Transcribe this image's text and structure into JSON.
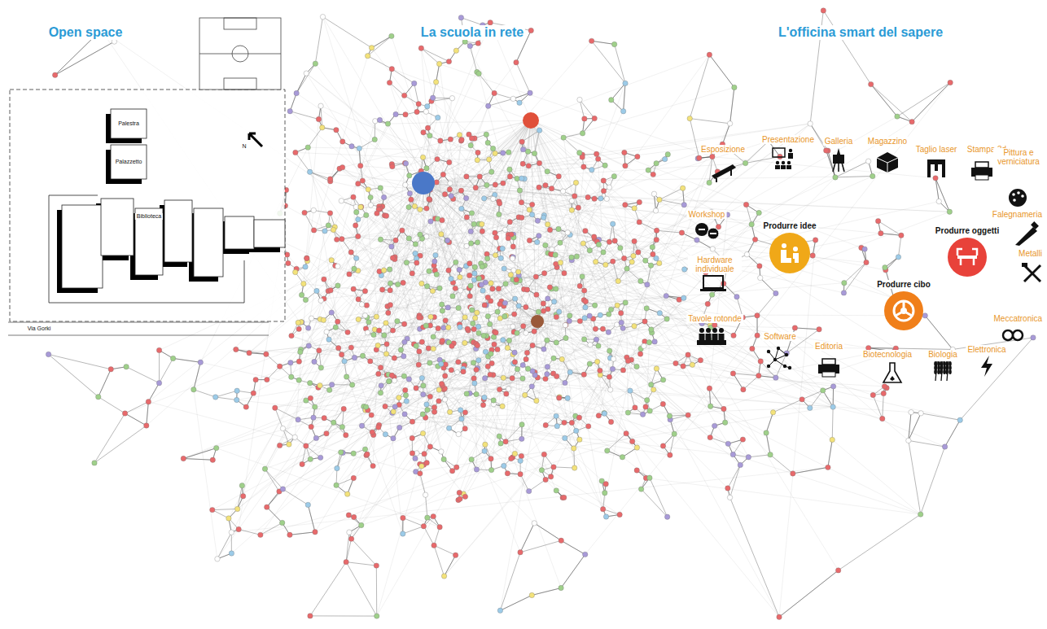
{
  "diagram": {
    "nodes": [
      {
        "text": [
          "Produrre idee"
        ]
      },
      {
        "text": [
          "Produrre oggetti"
        ]
      },
      {
        "text": [
          "Produrre cibo"
        ]
      }
    ],
    "labels": [
      "Open space",
      "La scuola in rete",
      "L'officina smart del sapere",
      "Palestra",
      "Palazzetto",
      "Biblioteca",
      "Via Gorki",
      "N",
      "Esposizione",
      "Presentazione",
      "Galleria",
      "Magazzino",
      "Taglio laser",
      "Stampa 3d",
      "Pittura e verniciatura",
      "Workshop",
      "Hardware individuale",
      "Tavole rotonde",
      "Software",
      "Editoria",
      "Biotecnologia",
      "Biologia",
      "Elettronica",
      "Meccatronica",
      "Falegnameria",
      "Metalli"
    ]
  }
}
